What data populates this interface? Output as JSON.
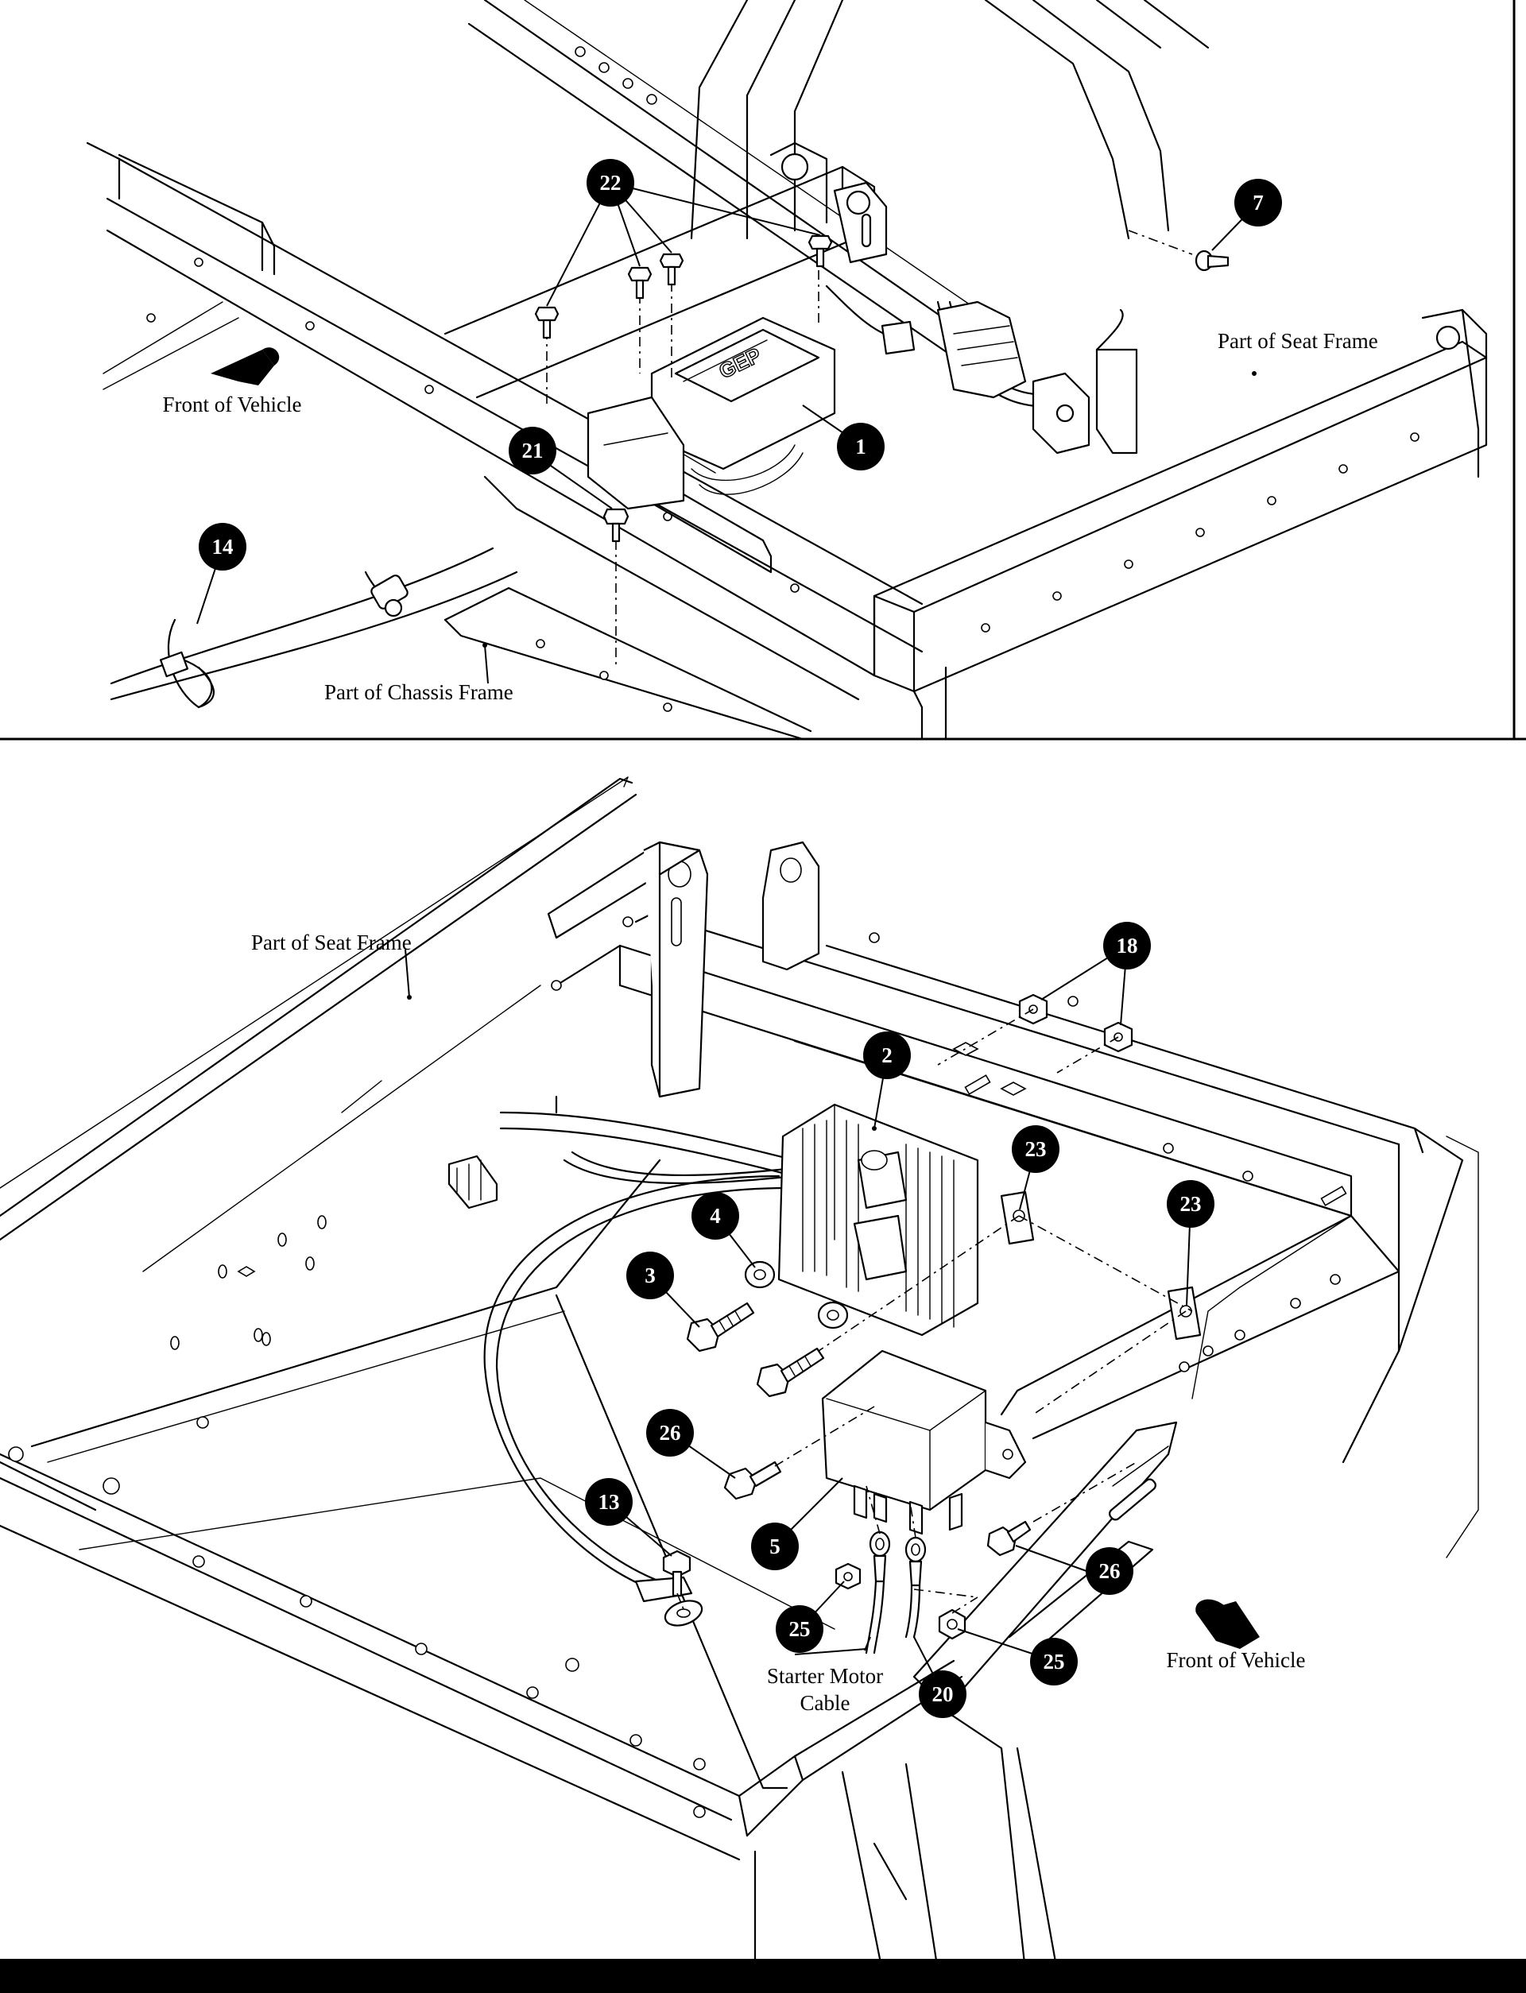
{
  "top_panel": {
    "labels": {
      "front_of_vehicle": "Front of Vehicle",
      "part_of_seat_frame": "Part of Seat Frame",
      "part_of_chassis_frame": "Part of Chassis Frame"
    },
    "callouts": [
      "22",
      "7",
      "1",
      "21",
      "14"
    ]
  },
  "bottom_panel": {
    "labels": {
      "part_of_seat_frame": "Part of Seat Frame",
      "front_of_vehicle": "Front of Vehicle",
      "starter_motor_cable_line1": "Starter Motor",
      "starter_motor_cable_line2": "Cable"
    },
    "callouts": [
      "18",
      "2",
      "23",
      "23",
      "4",
      "3",
      "26",
      "13",
      "5",
      "26",
      "25",
      "25",
      "20"
    ]
  },
  "module_logo": "GEP"
}
